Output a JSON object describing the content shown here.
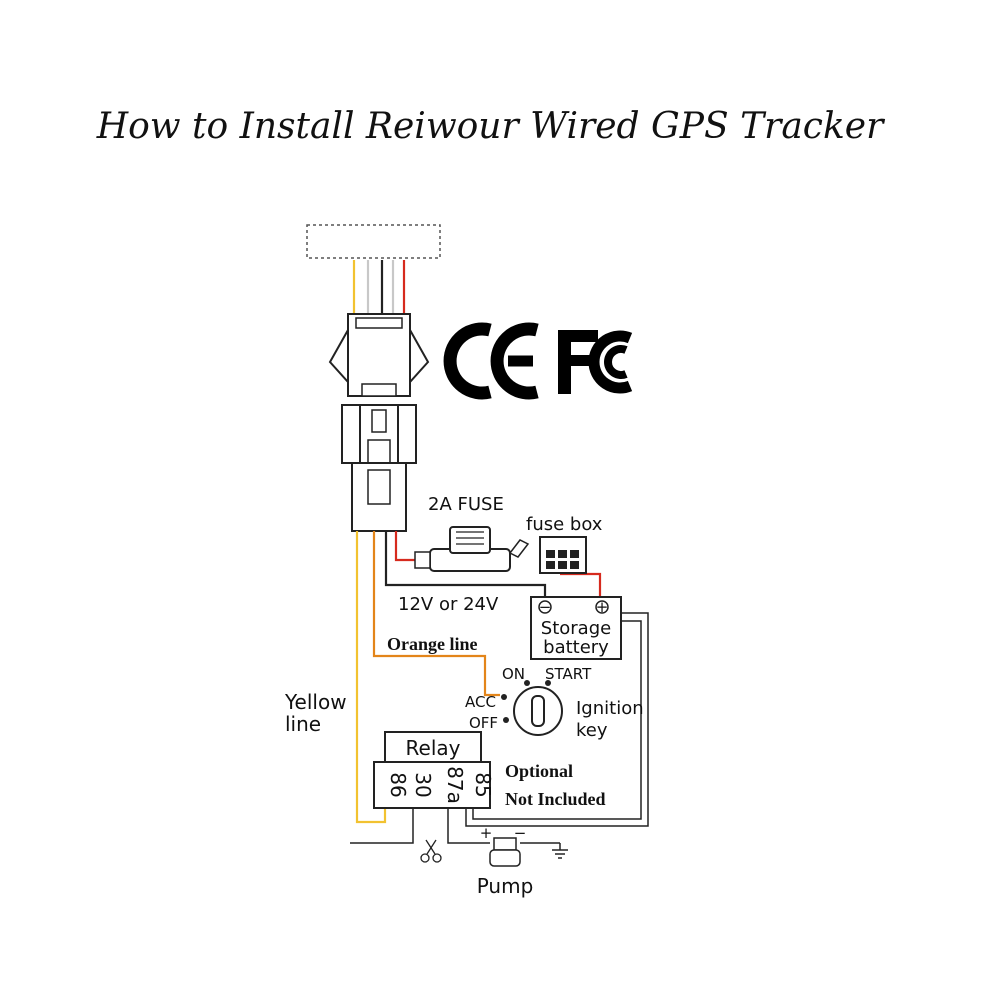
{
  "title": "How to Install Reiwour Wired GPS Tracker",
  "logos": {
    "ce": "CE",
    "fcc": "FC"
  },
  "labels": {
    "fuse": "2A FUSE",
    "fuse_box": "fuse box",
    "voltage": "12V or 24V",
    "battery_line1": "Storage",
    "battery_line2": "battery",
    "battery_minus": "−",
    "battery_plus": "+",
    "orange_line": "Orange line",
    "yellow_line1": "Yellow",
    "yellow_line2": "line",
    "key_on": "ON",
    "key_start": "START",
    "key_acc": "ACC",
    "key_off": "OFF",
    "ignition_line1": "Ignition",
    "ignition_line2": "key",
    "relay": "Relay",
    "relay_pin_86": "86",
    "relay_pin_30": "30",
    "relay_pin_87a": "87a",
    "relay_pin_85": "85",
    "optional": "Optional",
    "not_included": "Not Included",
    "pump": "Pump",
    "pump_plus": "+",
    "pump_minus": "−"
  },
  "colors": {
    "yellow_wire": "#f2c230",
    "orange_wire": "#e3851a",
    "red_wire": "#d62a1e",
    "black_wire": "#222222",
    "white_wire": "#c8c8c8"
  }
}
